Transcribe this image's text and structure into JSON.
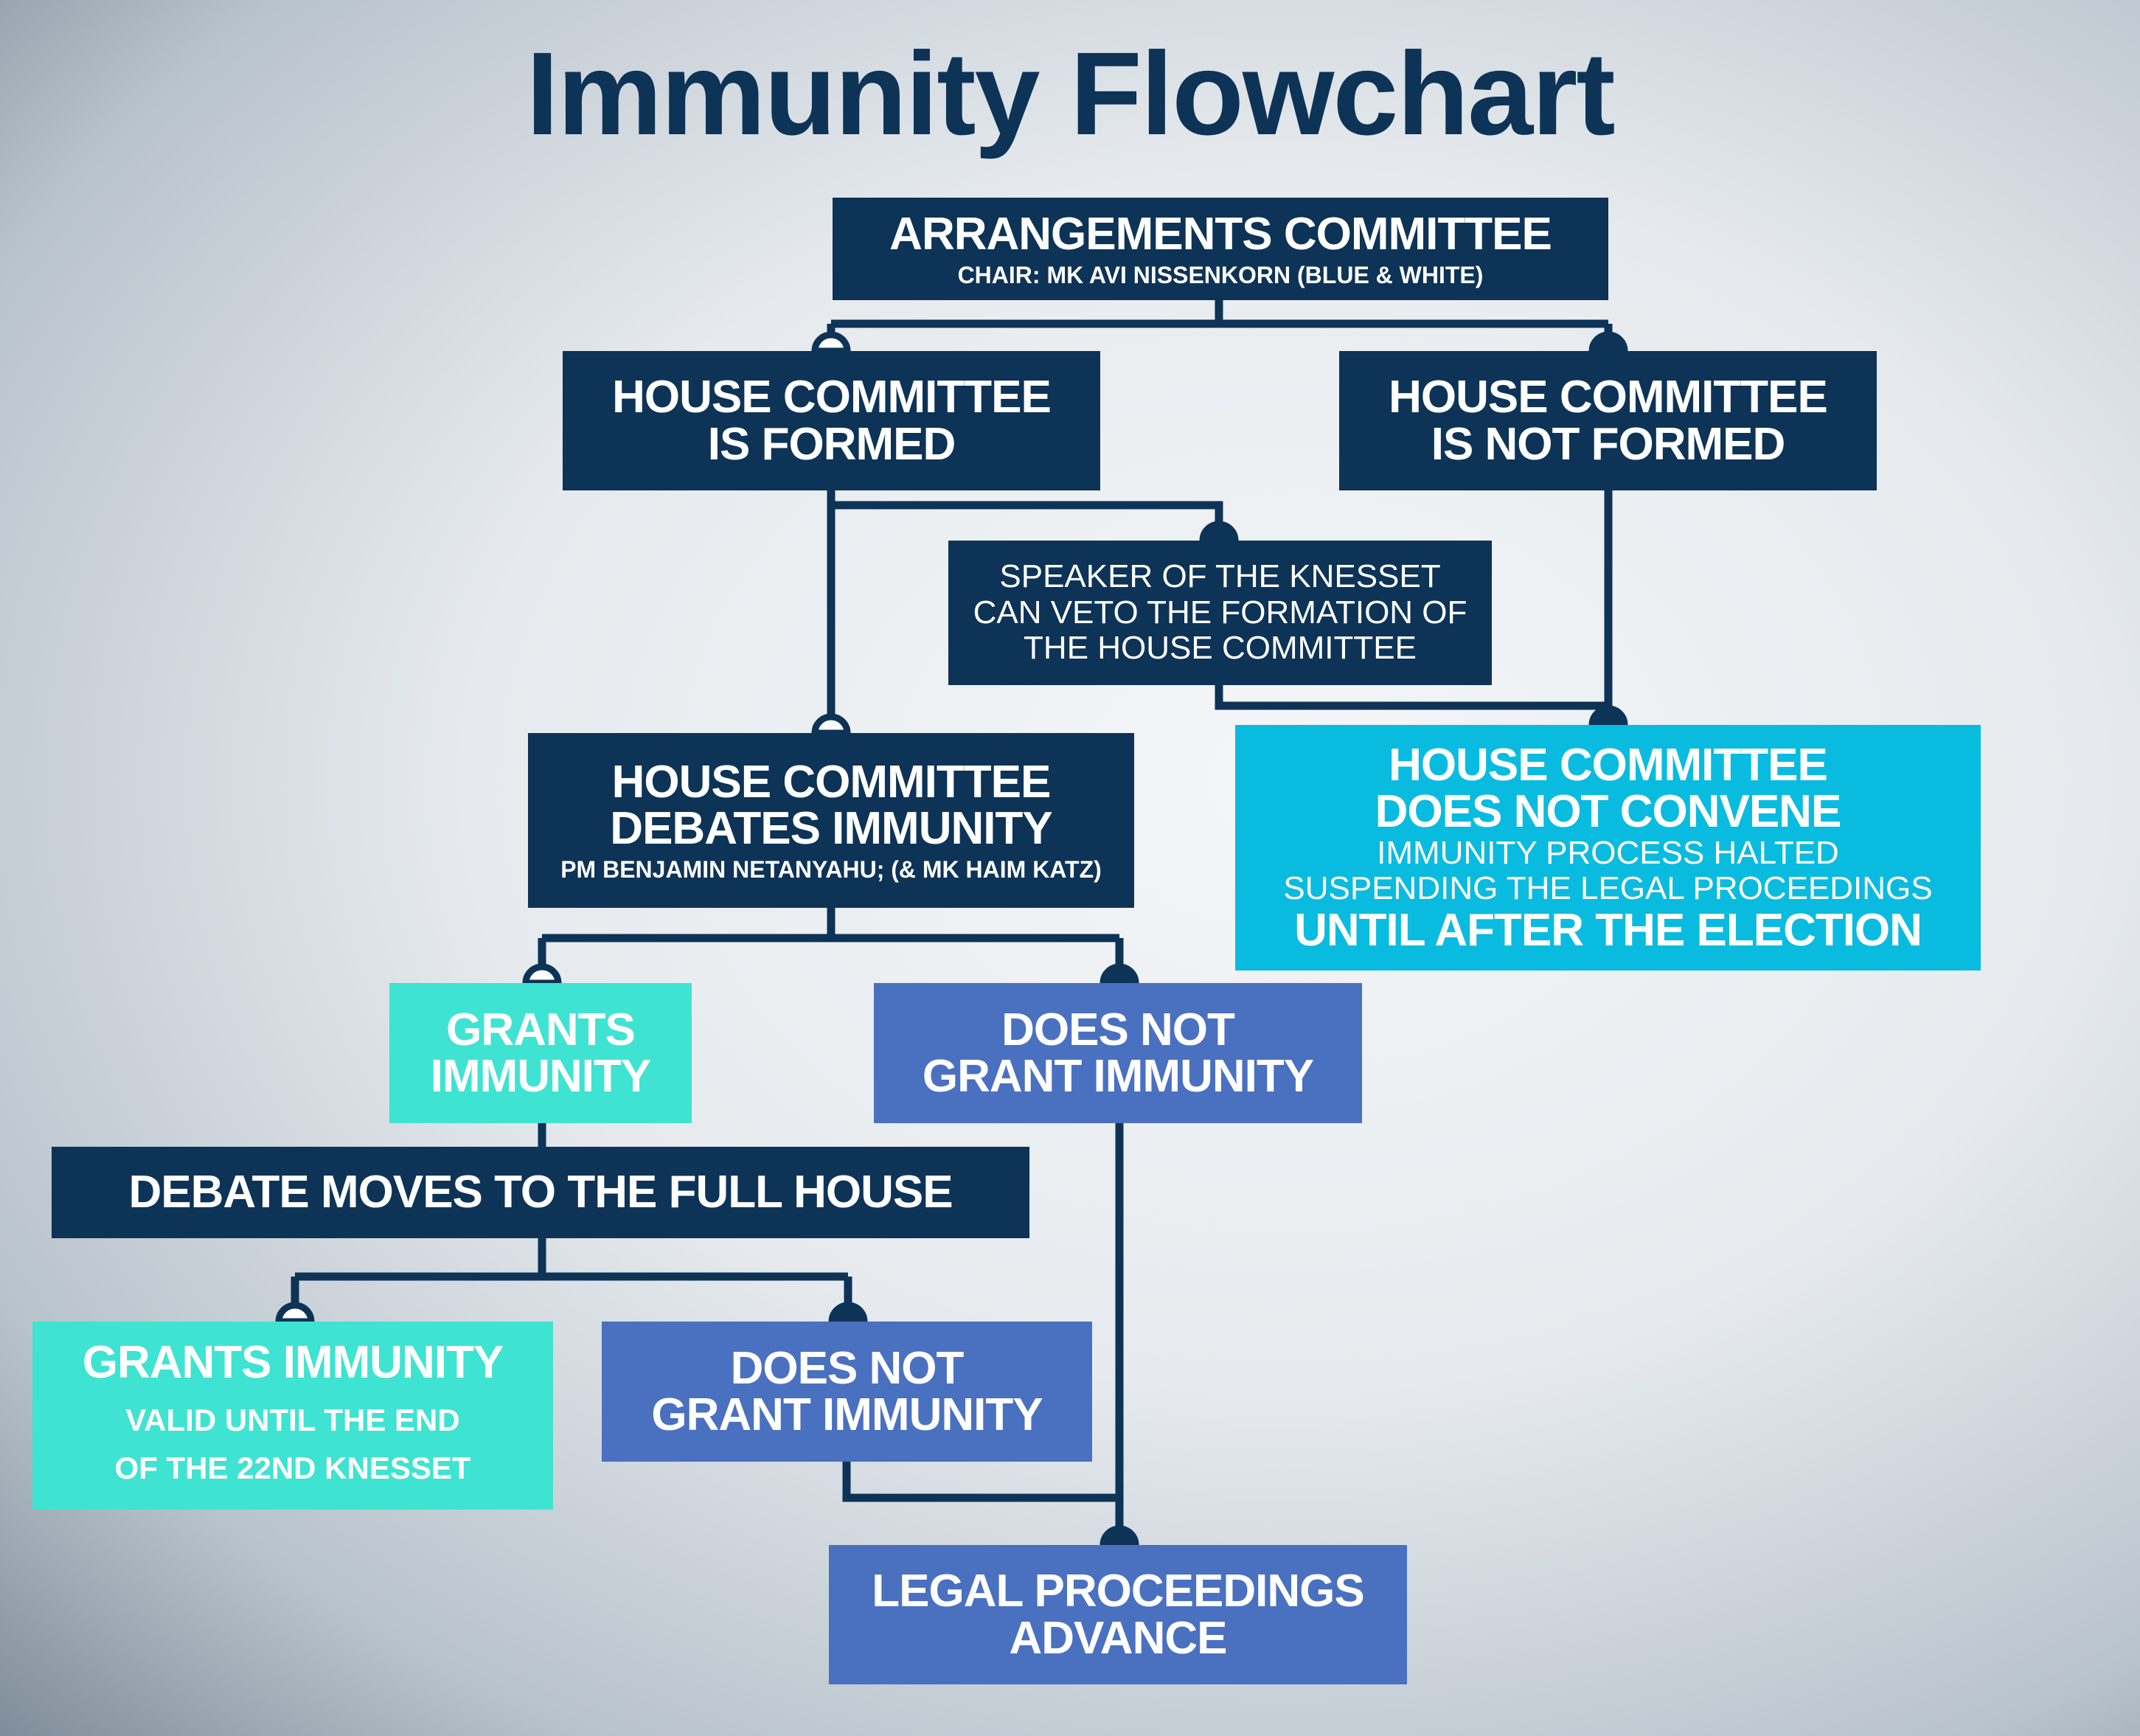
{
  "title": "Immunity Flowchart",
  "colors": {
    "navy": "#0d3357",
    "cyan": "#0abbe0",
    "turquoise": "#3fe3d2",
    "blue": "#4a70c0"
  },
  "nodes": {
    "arrangements": {
      "title": "ARRANGEMENTS COMMITTEE",
      "subtitle": "CHAIR: MK AVI NISSENKORN (BLUE & WHITE)"
    },
    "hc_formed": {
      "line1": "HOUSE COMMITTEE",
      "line2": "IS FORMED"
    },
    "hc_not_formed": {
      "line1": "HOUSE COMMITTEE",
      "line2": "IS NOT FORMED"
    },
    "speaker": {
      "line1": "SPEAKER OF THE KNESSET",
      "line2": "CAN VETO THE FORMATION OF",
      "line3": "THE HOUSE COMMITTEE"
    },
    "hc_debates": {
      "line1": "HOUSE COMMITTEE",
      "line2": "DEBATES IMMUNITY",
      "subtitle": "PM BENJAMIN NETANYAHU; (& MK HAIM KATZ)"
    },
    "hc_not_convene": {
      "line1": "HOUSE COMMITTEE",
      "line2": "DOES NOT CONVENE",
      "line3": "IMMUNITY PROCESS HALTED",
      "line4": "SUSPENDING THE LEGAL PROCEEDINGS",
      "line5": "UNTIL AFTER THE ELECTION"
    },
    "grants_1": {
      "line1": "GRANTS",
      "line2": "IMMUNITY"
    },
    "not_grant_1": {
      "line1": "DOES NOT",
      "line2": "GRANT IMMUNITY"
    },
    "full_house": {
      "label": "DEBATE MOVES TO THE FULL HOUSE"
    },
    "grants_2": {
      "line1": "GRANTS IMMUNITY",
      "line2": "VALID UNTIL THE END",
      "line3": "OF THE 22ND KNESSET"
    },
    "not_grant_2": {
      "line1": "DOES NOT",
      "line2": "GRANT IMMUNITY"
    },
    "legal": {
      "line1": "LEGAL PROCEEDINGS",
      "line2": "ADVANCE"
    }
  }
}
